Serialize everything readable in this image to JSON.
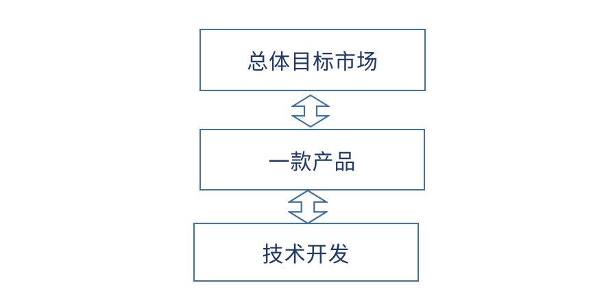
{
  "diagram": {
    "boxes": [
      {
        "label": "总体目标市场"
      },
      {
        "label": "一款产品"
      },
      {
        "label": "技术开发"
      }
    ],
    "connectors": [
      {
        "type": "up-down-arrow",
        "between": [
          "总体目标市场",
          "一款产品"
        ]
      },
      {
        "type": "up-down-arrow",
        "between": [
          "一款产品",
          "技术开发"
        ]
      }
    ]
  },
  "colors": {
    "box_border": "#41719C",
    "arrow_stroke": "#41719C",
    "text": "#1F3864",
    "background": "#FFFFFF"
  }
}
